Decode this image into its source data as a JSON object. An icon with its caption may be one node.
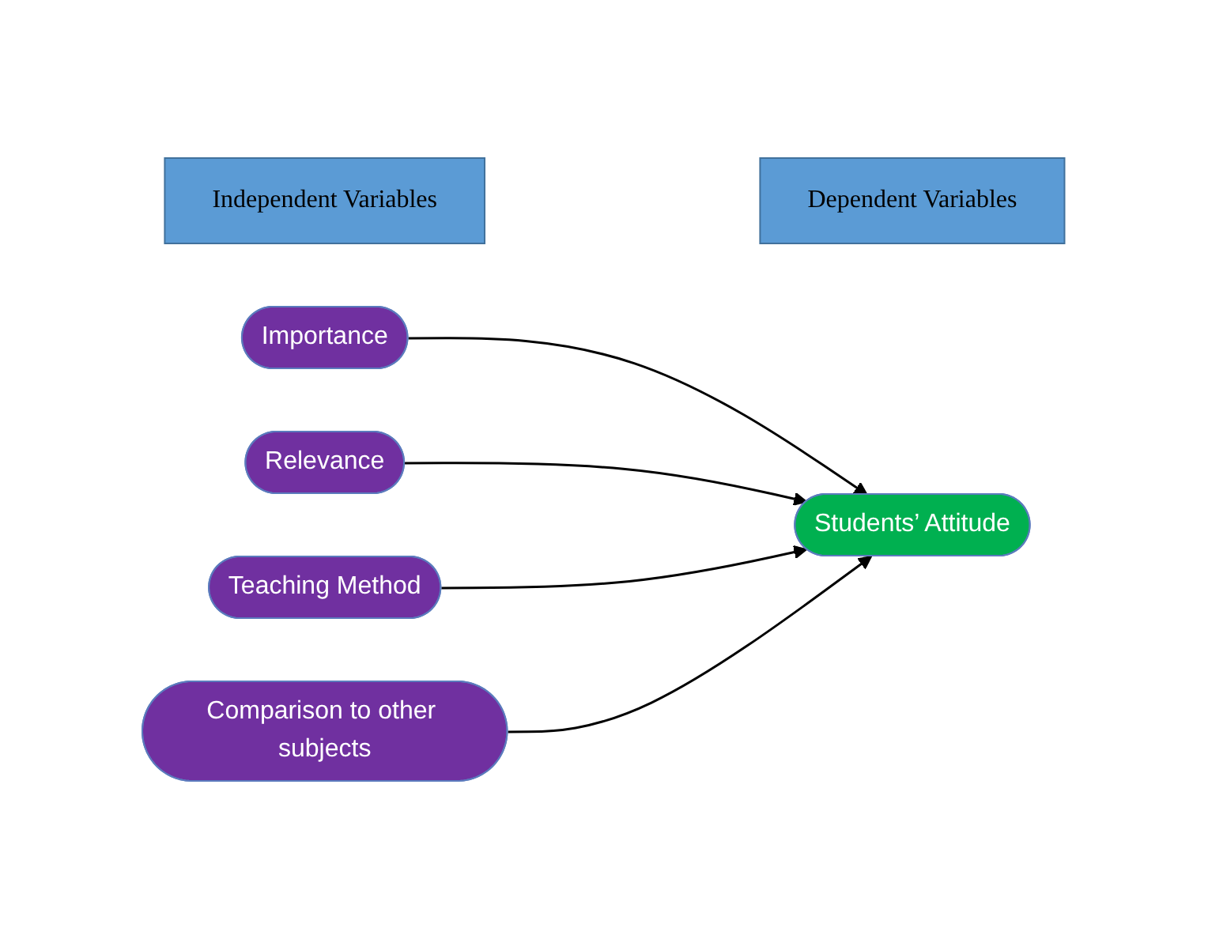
{
  "diagram": {
    "nodes": [
      {
        "text": [
          "Independent Variables"
        ]
      },
      {
        "text": [
          "Dependent Variables"
        ]
      },
      {
        "text": [
          "Importance"
        ]
      },
      {
        "text": [
          "Relevance"
        ]
      },
      {
        "text": [
          "Teaching Method"
        ]
      },
      {
        "text": [
          "Comparison to other subjects"
        ]
      },
      {
        "text": [
          "Students’ Attitude"
        ]
      }
    ],
    "edges": [
      {
        "from": 2,
        "to": 6,
        "arrow": "to"
      },
      {
        "from": 3,
        "to": 6,
        "arrow": "to"
      },
      {
        "from": 4,
        "to": 6,
        "arrow": "to"
      },
      {
        "from": 5,
        "to": 6,
        "arrow": "to"
      }
    ]
  }
}
